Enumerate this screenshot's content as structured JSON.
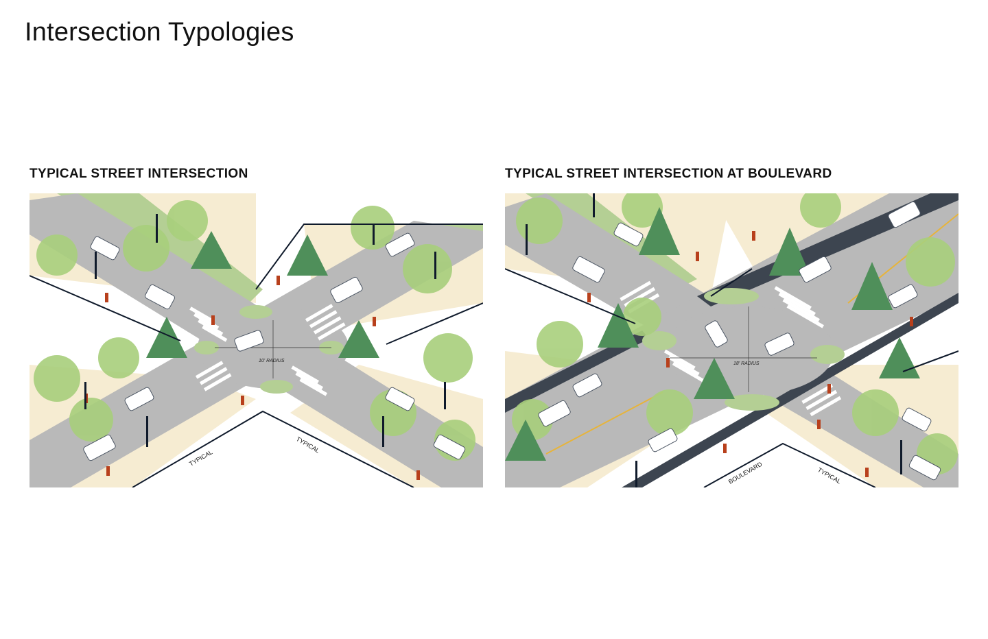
{
  "page": {
    "title": "Intersection Typologies"
  },
  "colors": {
    "road": "#b9b9b9",
    "sidewalk": "#f6ecd2",
    "planting": "#b4cf94",
    "tree_light": "#a8cf7c",
    "tree_dark": "#4f8f5a",
    "bike_lane": "#3d4550",
    "pedestrian": "#b8401c",
    "crosswalk": "#ffffff",
    "outline": "#0f1a2b",
    "yellow_line": "#e7b43a"
  },
  "panels": [
    {
      "heading": "TYPICAL STREET INTERSECTION",
      "radius_label": "10' RADIUS",
      "street_labels": [
        "TYPICAL",
        "TYPICAL"
      ]
    },
    {
      "heading": "TYPICAL STREET INTERSECTION AT BOULEVARD",
      "radius_label": "18' RADIUS",
      "street_labels": [
        "BOULEVARD",
        "TYPICAL"
      ]
    }
  ]
}
